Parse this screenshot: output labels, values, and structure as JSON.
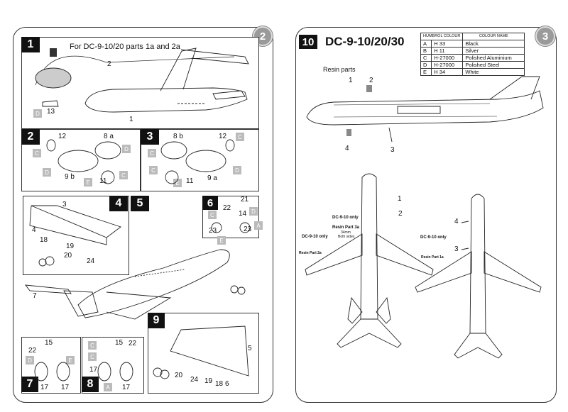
{
  "left_page": {
    "page_number": "2",
    "step1": {
      "number": "1",
      "heading": "For DC-9-10/20 parts 1a and 2a",
      "labels": [
        "2",
        "1",
        "13"
      ],
      "color_letters": [
        "D"
      ]
    },
    "step2": {
      "number": "2",
      "labels": [
        "12",
        "8 a",
        "9 b",
        "11"
      ],
      "color_letters": [
        "C",
        "D",
        "D",
        "E",
        "C"
      ]
    },
    "step3": {
      "number": "3",
      "labels": [
        "8 b",
        "12",
        "9 a",
        "11"
      ],
      "color_letters": [
        "C",
        "C",
        "C",
        "E",
        "D"
      ]
    },
    "step4": {
      "number": "4",
      "labels": [
        "3",
        "4",
        "18",
        "19",
        "20",
        "24"
      ]
    },
    "step5": {
      "number": "5",
      "labels": [
        "7"
      ]
    },
    "step6": {
      "number": "6",
      "labels": [
        "21",
        "22",
        "14",
        "23",
        "23"
      ],
      "color_letters": [
        "D",
        "C",
        "E",
        "A"
      ]
    },
    "step7": {
      "number": "7",
      "labels": [
        "15",
        "22",
        "17",
        "17"
      ],
      "color_letters": [
        "D",
        "E"
      ]
    },
    "step8": {
      "number": "8",
      "labels": [
        "15",
        "22",
        "17",
        "17"
      ],
      "color_letters": [
        "C",
        "C",
        "A"
      ]
    },
    "step9": {
      "number": "9",
      "labels": [
        "5",
        "24",
        "20",
        "19",
        "18",
        "6"
      ]
    }
  },
  "right_page": {
    "page_number": "3",
    "step10": {
      "number": "10",
      "title": "DC-9-10/20/30"
    },
    "resin_parts": "Resin parts",
    "color_table": {
      "headers": [
        "HUMBROL COLOUR",
        "COLOUR NAME"
      ],
      "rows": [
        {
          "letter": "A",
          "code": "H 33",
          "name": "Black"
        },
        {
          "letter": "B",
          "code": "H 11",
          "name": "Silver"
        },
        {
          "letter": "C",
          "code": "H-27000",
          "name": "Polished Aluminium"
        },
        {
          "letter": "D",
          "code": "H-27000",
          "name": "Polished Steel"
        },
        {
          "letter": "E",
          "code": "H 34",
          "name": "White"
        }
      ]
    },
    "side_labels": [
      "1",
      "2",
      "4",
      "3"
    ],
    "top_labels": [
      "1",
      "2",
      "4",
      "3"
    ],
    "note_left_a": "DC-9-10 only",
    "note_left_a2": "Resin Part 3a",
    "note_left_a3": "34mm",
    "note_left_a4": "Both sides",
    "note_left_b": "DC-9-10 only",
    "note_left_b2": "Resin Part 2a",
    "note_right": "DC-9-10 only",
    "note_right2": "Resin Part 1a"
  }
}
